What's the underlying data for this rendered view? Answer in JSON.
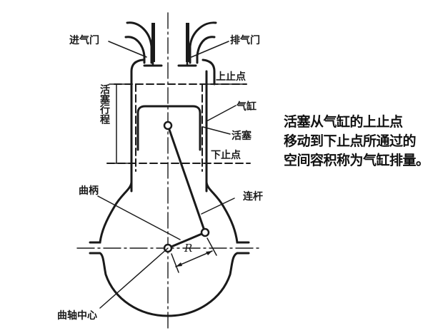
{
  "diagram": {
    "type": "engine-cylinder-cross-section",
    "labels": {
      "intake_valve": "进气门",
      "exhaust_valve": "排气门",
      "top_dead_center": "上止点",
      "cylinder": "气缸",
      "piston": "活塞",
      "bottom_dead_center": "下止点",
      "piston_stroke": "活塞行程",
      "crank": "曲柄",
      "connecting_rod": "连杆",
      "crank_radius": "R",
      "crankshaft_center": "曲轴中心"
    },
    "description": {
      "lines": [
        "活塞从气缸的上止点",
        "移动到下止点所通过的",
        "空间容积称为气缸排量。"
      ]
    },
    "colors": {
      "line": "#1a1a1a",
      "background": "#ffffff",
      "text": "#111111"
    }
  }
}
